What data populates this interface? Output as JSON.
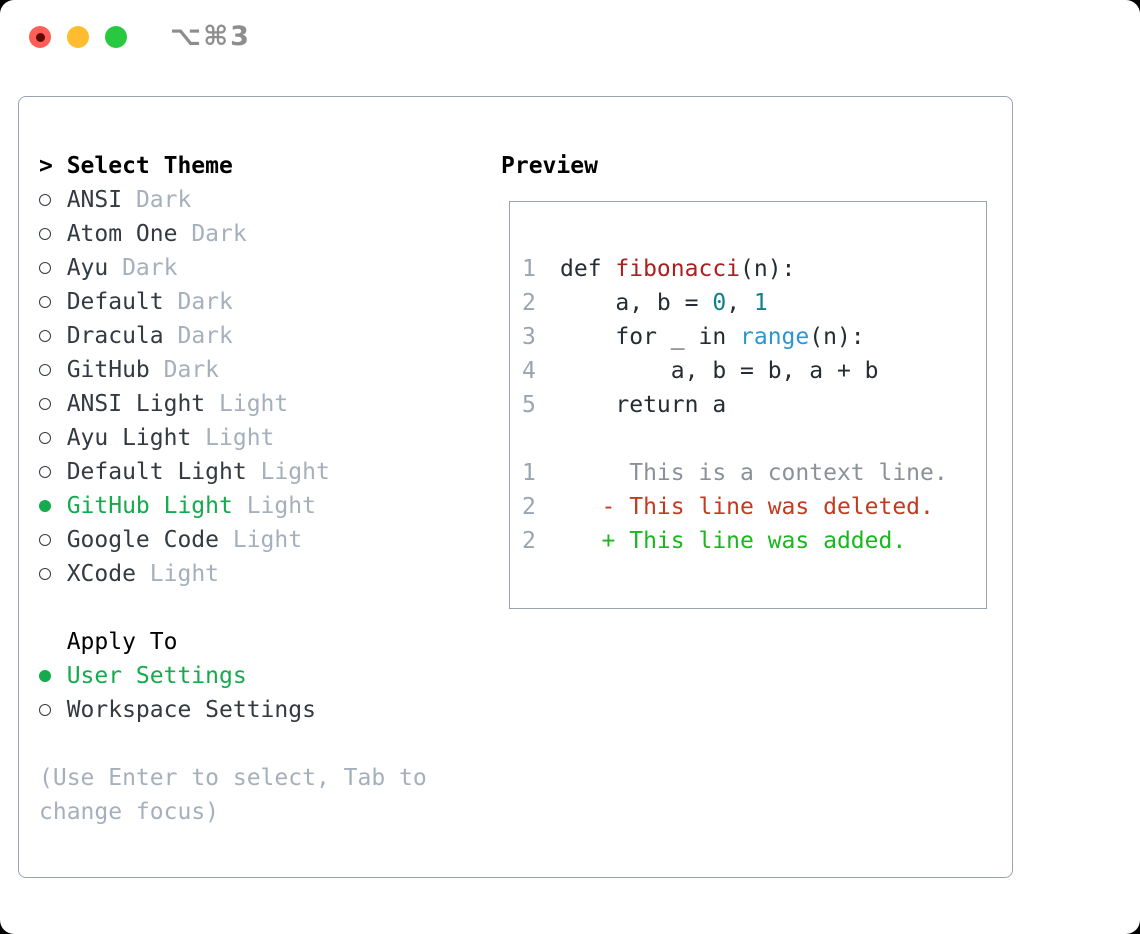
{
  "window": {
    "titlebar_label": "⌥⌘3"
  },
  "colors": {
    "close_red": "#ff5f57",
    "minimize_yellow": "#febc2e",
    "maximize_green": "#28c840",
    "border_gray": "#9aa4b1",
    "text_dark": "#343a41",
    "code_text": "#262c33",
    "muted_gray": "#a5b0bc",
    "line_number_gray": "#9aa5b2",
    "context_gray": "#8b9199",
    "accent_green": "#15aa4c",
    "added_green": "#1ab71e",
    "deleted_red": "#c43a21",
    "function_red": "#ad1f1f",
    "number_teal": "#0f808c",
    "builtin_blue": "#2d96d2"
  },
  "theme_menu": {
    "prompt": ">",
    "title": "Select Theme",
    "items": [
      {
        "name": "ANSI",
        "variant": "Dark",
        "selected": false
      },
      {
        "name": "Atom One",
        "variant": "Dark",
        "selected": false
      },
      {
        "name": "Ayu",
        "variant": "Dark",
        "selected": false
      },
      {
        "name": "Default",
        "variant": "Dark",
        "selected": false
      },
      {
        "name": "Dracula",
        "variant": "Dark",
        "selected": false
      },
      {
        "name": "GitHub",
        "variant": "Dark",
        "selected": false
      },
      {
        "name": "ANSI Light",
        "variant": "Light",
        "selected": false
      },
      {
        "name": "Ayu Light",
        "variant": "Light",
        "selected": false
      },
      {
        "name": "Default Light",
        "variant": "Light",
        "selected": false
      },
      {
        "name": "GitHub Light",
        "variant": "Light",
        "selected": true
      },
      {
        "name": "Google Code",
        "variant": "Light",
        "selected": false
      },
      {
        "name": "XCode",
        "variant": "Light",
        "selected": false
      }
    ]
  },
  "apply_to": {
    "title": "Apply To",
    "options": [
      {
        "label": "User Settings",
        "selected": true
      },
      {
        "label": "Workspace Settings",
        "selected": false
      }
    ]
  },
  "hint_lines": [
    "(Use Enter to select, Tab to",
    "change focus)"
  ],
  "preview": {
    "title": "Preview",
    "code_lines": [
      {
        "number": "1",
        "segments": [
          {
            "text": "def ",
            "style": "plain"
          },
          {
            "text": "fibonacci",
            "style": "function"
          },
          {
            "text": "(n):",
            "style": "plain"
          }
        ]
      },
      {
        "number": "2",
        "segments": [
          {
            "text": "    a, b = ",
            "style": "plain"
          },
          {
            "text": "0",
            "style": "number"
          },
          {
            "text": ", ",
            "style": "plain"
          },
          {
            "text": "1",
            "style": "number"
          }
        ]
      },
      {
        "number": "3",
        "segments": [
          {
            "text": "    for _ in ",
            "style": "plain"
          },
          {
            "text": "range",
            "style": "builtin"
          },
          {
            "text": "(n):",
            "style": "plain"
          }
        ]
      },
      {
        "number": "4",
        "segments": [
          {
            "text": "        a, b = b, a + b",
            "style": "plain"
          }
        ]
      },
      {
        "number": "5",
        "segments": [
          {
            "text": "    return a",
            "style": "plain"
          }
        ]
      }
    ],
    "diff_lines": [
      {
        "number": "1",
        "text": "     This is a context line.",
        "style": "context"
      },
      {
        "number": "2",
        "text": "   - This line was deleted.",
        "style": "deleted"
      },
      {
        "number": "2",
        "text": "   + This line was added.",
        "style": "added"
      }
    ]
  }
}
